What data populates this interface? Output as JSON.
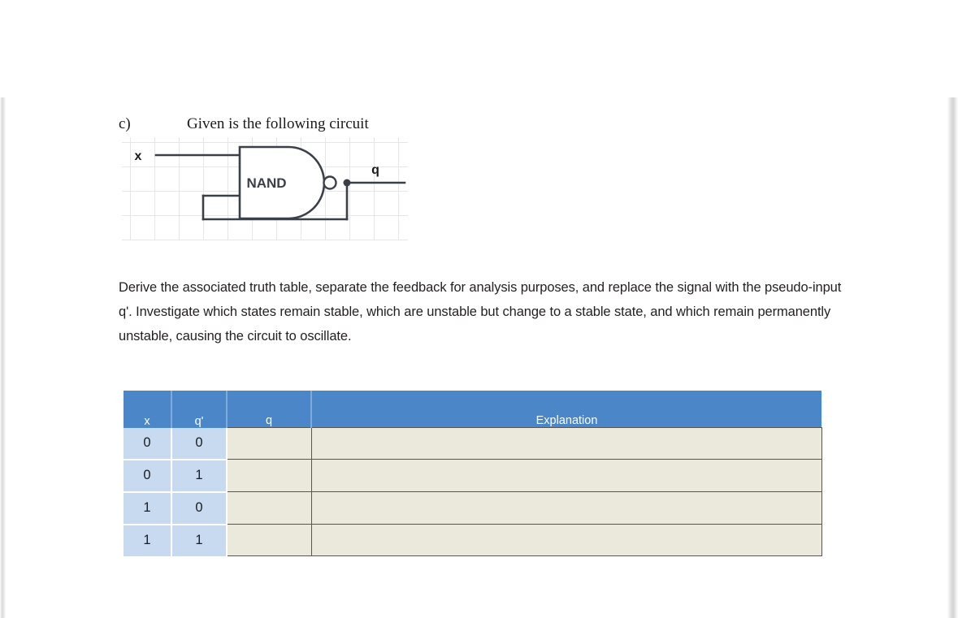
{
  "document": {
    "question_letter": "c)",
    "question_title": "Given is the following circuit",
    "instruction": "Derive the associated truth table, separate the feedback for analysis purposes, and replace the signal with the pseudo-input q'. Investigate which states remain stable, which are unstable but change to a stable state, and which remain permanently unstable, causing the circuit to oscillate."
  },
  "circuit": {
    "input_label": "x",
    "output_label": "q",
    "gate_label": "NAND",
    "line_color": "#3b4048",
    "grid_color": "#e4e4e8",
    "background": "#ffffff"
  },
  "table": {
    "headers": [
      "x",
      "q'",
      "q",
      "Explanation"
    ],
    "header_bg": "#4a86c8",
    "header_text_color": "#ffffff",
    "input_cell_bg": "#c8daf0",
    "blank_cell_bg": "#ebe8dc",
    "rows": [
      {
        "x": "0",
        "qp": "0",
        "q": "",
        "explanation": ""
      },
      {
        "x": "0",
        "qp": "1",
        "q": "",
        "explanation": ""
      },
      {
        "x": "1",
        "qp": "0",
        "q": "",
        "explanation": ""
      },
      {
        "x": "1",
        "qp": "1",
        "q": "",
        "explanation": ""
      }
    ]
  }
}
